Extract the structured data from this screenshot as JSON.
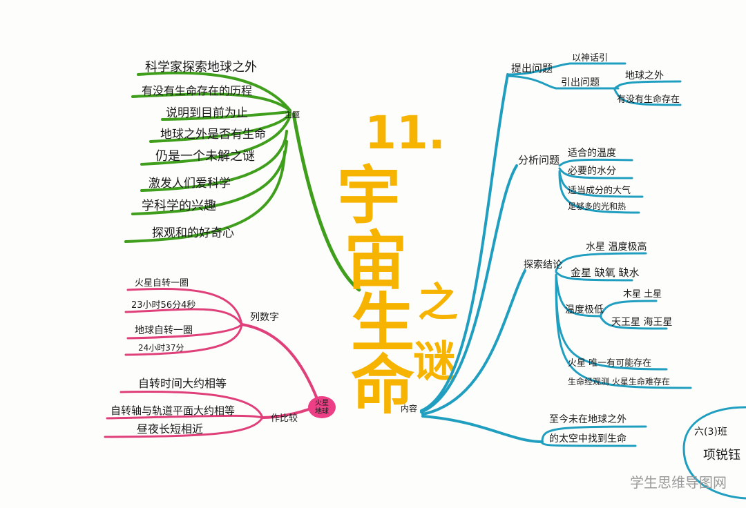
{
  "title": {
    "number": "11.",
    "chars": [
      "宇",
      "宙",
      "生",
      "命"
    ],
    "suffix": [
      "之",
      "谜"
    ]
  },
  "colors": {
    "title": "#f6b400",
    "green_branch": "#3f9e1c",
    "pink_branch": "#e0407a",
    "blue_branch": "#1f9ec0",
    "pink_node": "#ec3f86"
  },
  "green": {
    "hub": "主题",
    "items": [
      "科学家探索地球之外",
      "有没有生命存在的历程",
      "说明到目前为止",
      "地球之外是否有生命",
      "仍是一个未解之谜",
      "激发人们爱科学",
      "学科学的兴趣",
      "探观和的好奇心"
    ]
  },
  "pink": {
    "node": "火星\n地球",
    "group1": {
      "label": "列数字",
      "items": [
        "火星自转一圈",
        "23小时56分4秒",
        "地球自转一圈",
        "24小时37分"
      ]
    },
    "group2": {
      "label": "作比较",
      "items": [
        "自转时间大约相等",
        "自转轴与轨道平面大约相等",
        "昼夜长短相近"
      ]
    }
  },
  "blue": {
    "root": "内容",
    "b1": {
      "label": "提出问题",
      "sub1": "以神话引",
      "sub2": "引出问题",
      "sub2a": "地球之外",
      "sub2b": "有没有生命存在"
    },
    "b2": {
      "label": "分析问题",
      "items": [
        "适合的温度",
        "必要的水分",
        "适当成分的大气",
        "足够多的光和热"
      ]
    },
    "b3": {
      "label": "探索结论",
      "i1": "水星 温度极高",
      "i2": "金星 缺氧 缺水",
      "i3": "温度极低",
      "i3a": "木星 土星",
      "i3b": "天王星 海王星",
      "i4": "火星 唯一有可能存在",
      "i5": "生命经观测 火星生命难存在"
    },
    "b4": {
      "a": "至今未在地球之外",
      "b": "的太空中找到生命"
    }
  },
  "author": {
    "class_name": "六(3)班",
    "name": "项锐钰"
  },
  "watermark": "学生思维导图网"
}
